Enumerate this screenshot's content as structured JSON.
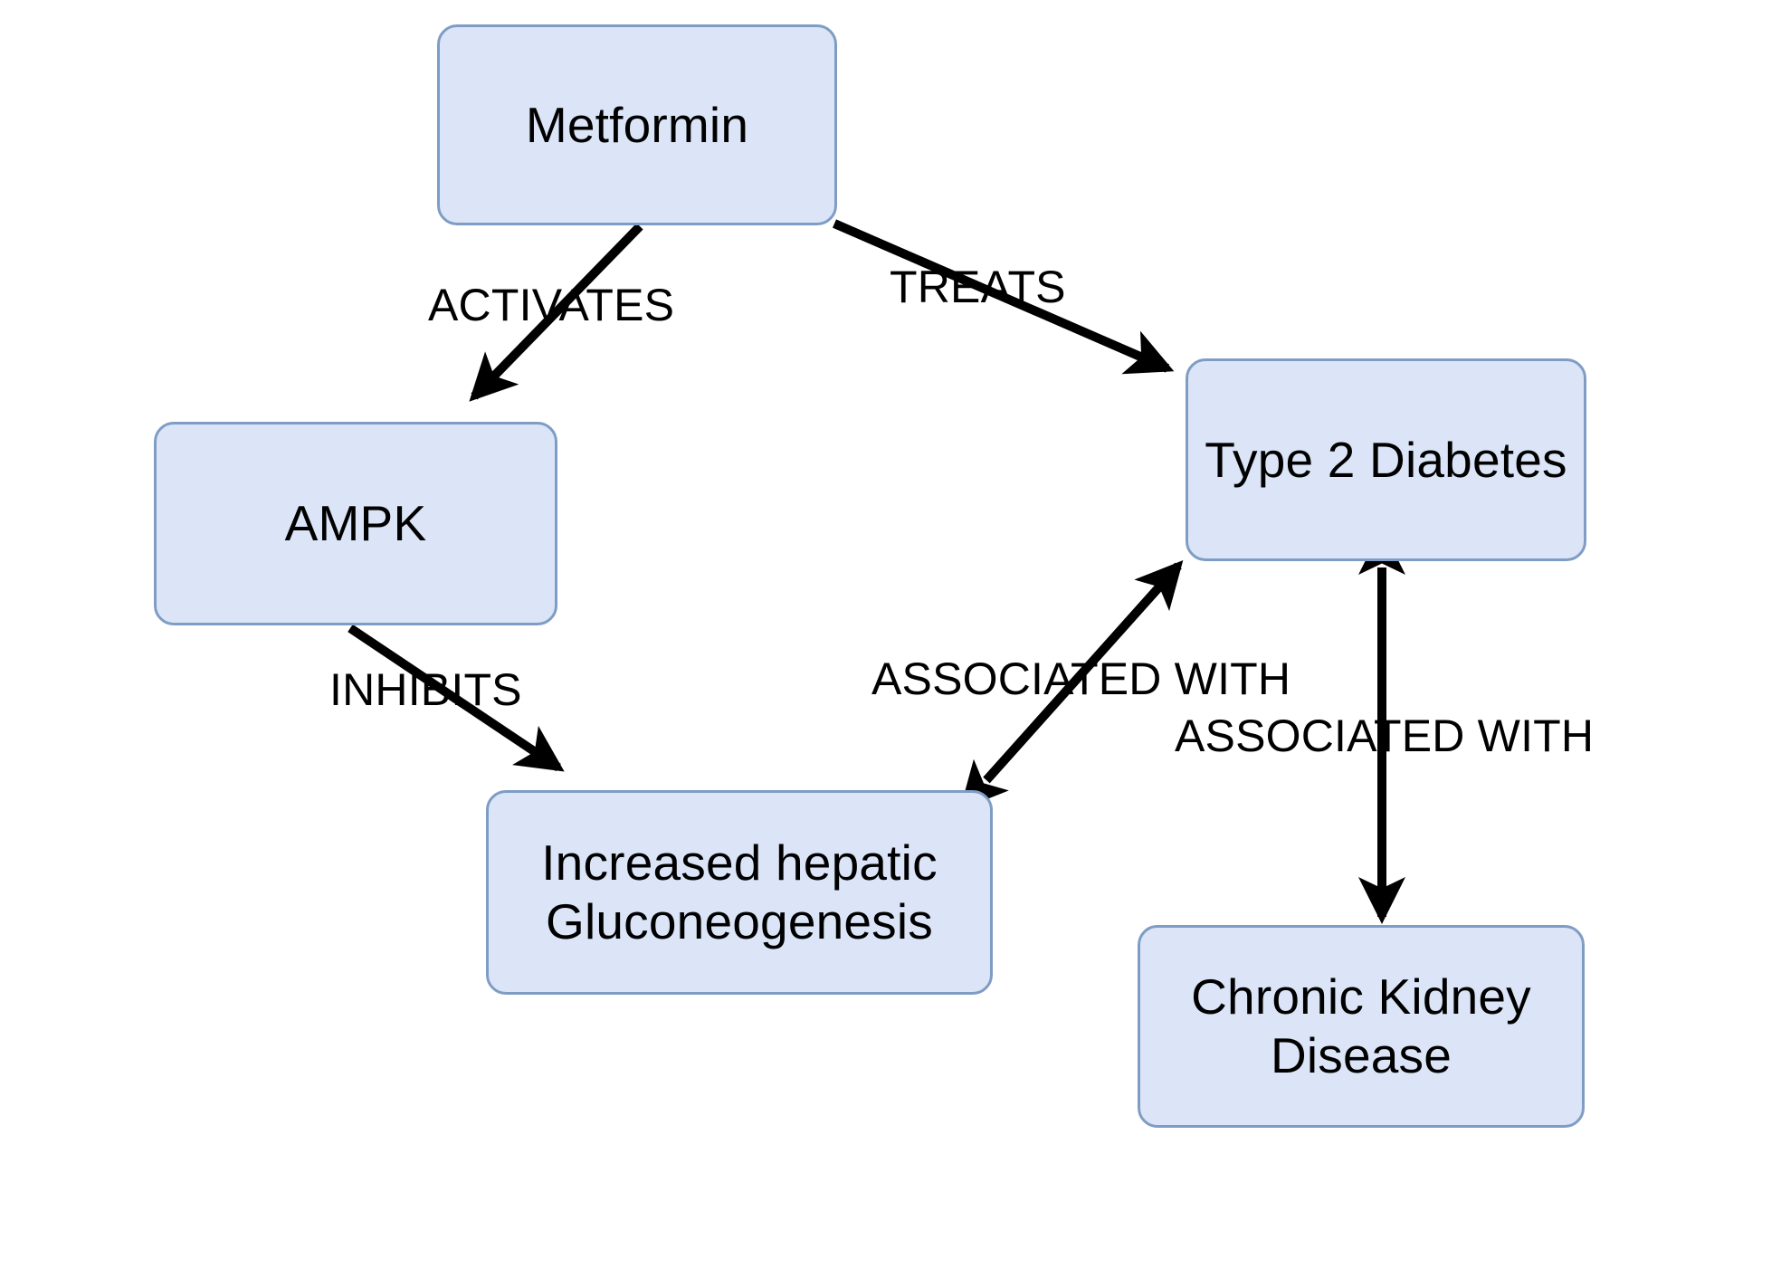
{
  "diagram": {
    "title": "Metformin mechanism and disease association graph",
    "background_color": "#ffffff",
    "node_fill_color": "#dbe5f7",
    "node_border_color": "#7f9dc4",
    "edge_color": "#000000",
    "text_color": "#000000"
  },
  "nodes": [
    {
      "id": "metformin",
      "label": "Metformin"
    },
    {
      "id": "ampk",
      "label": "AMPK"
    },
    {
      "id": "t2d",
      "label": "Type 2 Diabetes"
    },
    {
      "id": "gluconeogenesis",
      "label": "Increased hepatic\nGluconeogenesis"
    },
    {
      "id": "ckd",
      "label": "Chronic Kidney\nDisease"
    }
  ],
  "edges": [
    {
      "id": "metformin-ampk",
      "source": "metformin",
      "target": "ampk",
      "label": "ACTIVATES",
      "direction": "single"
    },
    {
      "id": "metformin-t2d",
      "source": "metformin",
      "target": "t2d",
      "label": "TREATS",
      "direction": "single"
    },
    {
      "id": "ampk-gluconeogenesis",
      "source": "ampk",
      "target": "gluconeogenesis",
      "label": "INHIBITS",
      "direction": "single"
    },
    {
      "id": "gluconeogenesis-t2d",
      "source": "gluconeogenesis",
      "target": "t2d",
      "label": "ASSOCIATED WITH",
      "direction": "double"
    },
    {
      "id": "t2d-ckd",
      "source": "t2d",
      "target": "ckd",
      "label": "ASSOCIATED WITH",
      "direction": "double"
    }
  ]
}
